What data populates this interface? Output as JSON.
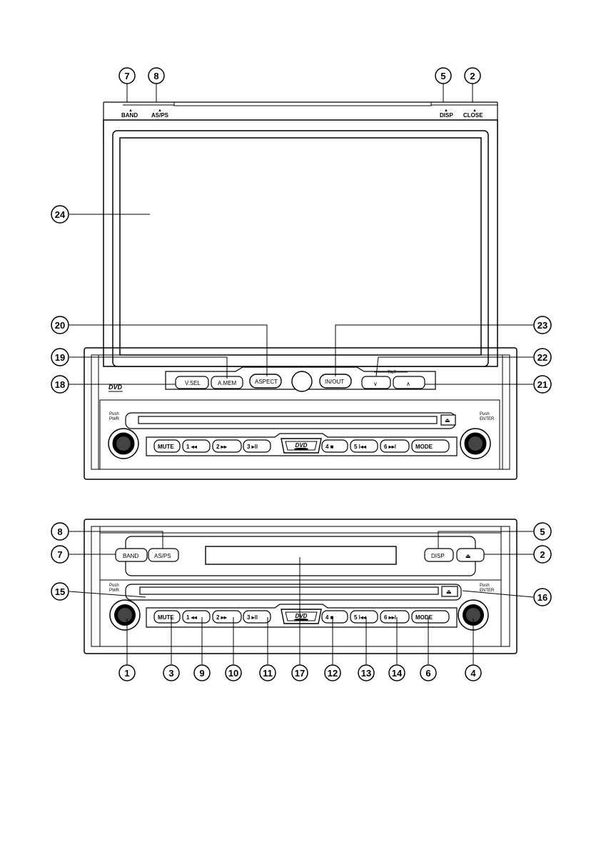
{
  "top_labels": {
    "band": "BAND",
    "asps": "AS/PS",
    "disp": "DISP",
    "close": "CLOSE"
  },
  "screen_buttons": {
    "vsel": "V.SEL",
    "amem": "A.MEM",
    "aspect": "ASPECT",
    "inout": "IN/OUT",
    "tilt": "TILT",
    "down": "∨",
    "up": "∧"
  },
  "logo_text": "DVD",
  "knob_labels": {
    "push_pwr_1": "Push",
    "push_pwr_2": "PWR",
    "push_enter_1": "Push",
    "push_enter_2": "ENTER"
  },
  "row_buttons": [
    "MUTE",
    "1 ◂◂",
    "2 ▸▸",
    "3 ▸ǀǀ",
    "4 ■",
    "5 ǀ◂◂",
    "6 ▸▸ǀ",
    "MODE"
  ],
  "eject_symbol": "⏏",
  "bottom_front": {
    "band": "BAND",
    "asps": "AS/PS",
    "disp": "DISP",
    "open_symbol": "⏏"
  },
  "callouts_top": {
    "c7": "7",
    "c8": "8",
    "c5": "5",
    "c2": "2",
    "c24": "24",
    "c20": "20",
    "c23": "23",
    "c19": "19",
    "c22": "22",
    "c18": "18",
    "c21": "21"
  },
  "callouts_bottom": {
    "c8": "8",
    "c5": "5",
    "c7": "7",
    "c2": "2",
    "c15": "15",
    "c16": "16",
    "b1": "1",
    "b3": "3",
    "b9": "9",
    "b10": "10",
    "b11": "11",
    "b17": "17",
    "b12": "12",
    "b13": "13",
    "b14": "14",
    "b6": "6",
    "b4": "4"
  }
}
